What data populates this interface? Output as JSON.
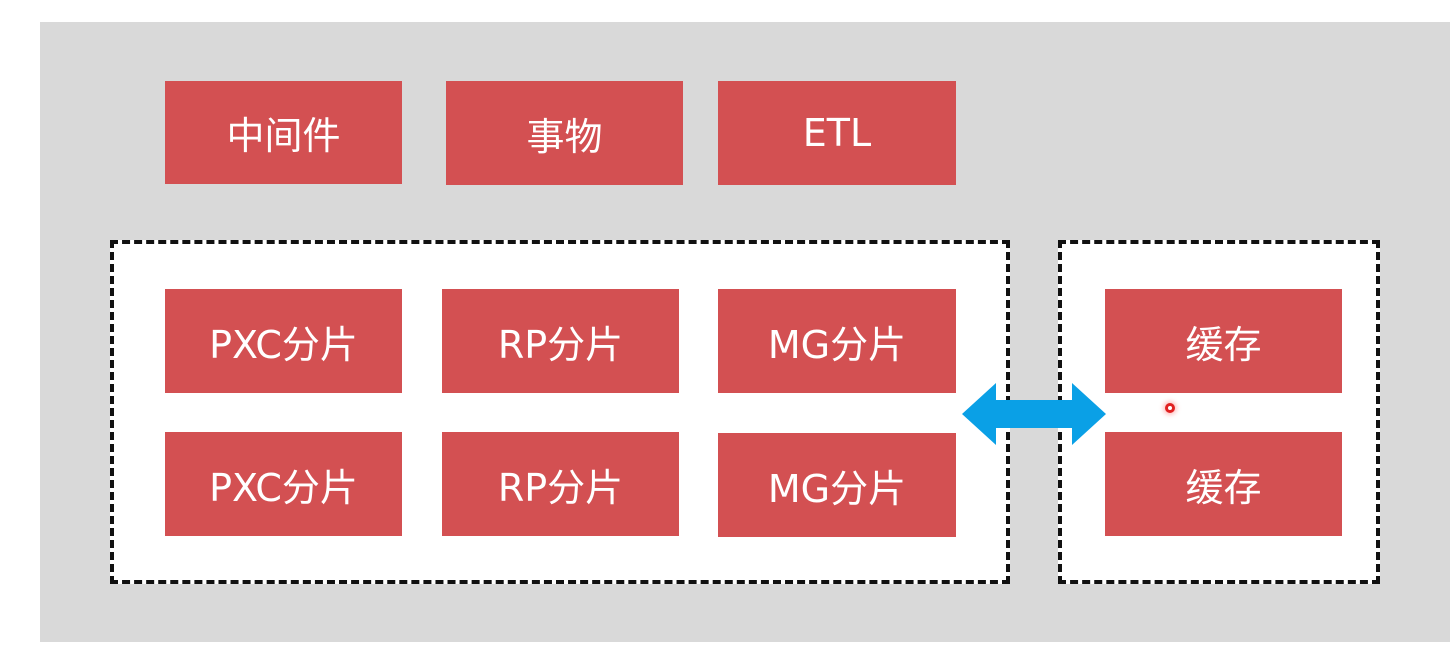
{
  "top_row": {
    "middleware": "中间件",
    "transaction": "事物",
    "etl": "ETL"
  },
  "shard_group": {
    "row1": [
      "PXC分片",
      "RP分片",
      "MG分片"
    ],
    "row2": [
      "PXC分片",
      "RP分片",
      "MG分片"
    ]
  },
  "cache_group": {
    "items": [
      "缓存",
      "缓存"
    ]
  },
  "colors": {
    "box_fill": "#d35052",
    "canvas_bg": "#d9d9d9",
    "arrow": "#0aa0e6",
    "dashed_border": "#111111"
  },
  "icons": {
    "connector": "double-arrow-icon",
    "pointer": "cursor-dot-icon"
  }
}
